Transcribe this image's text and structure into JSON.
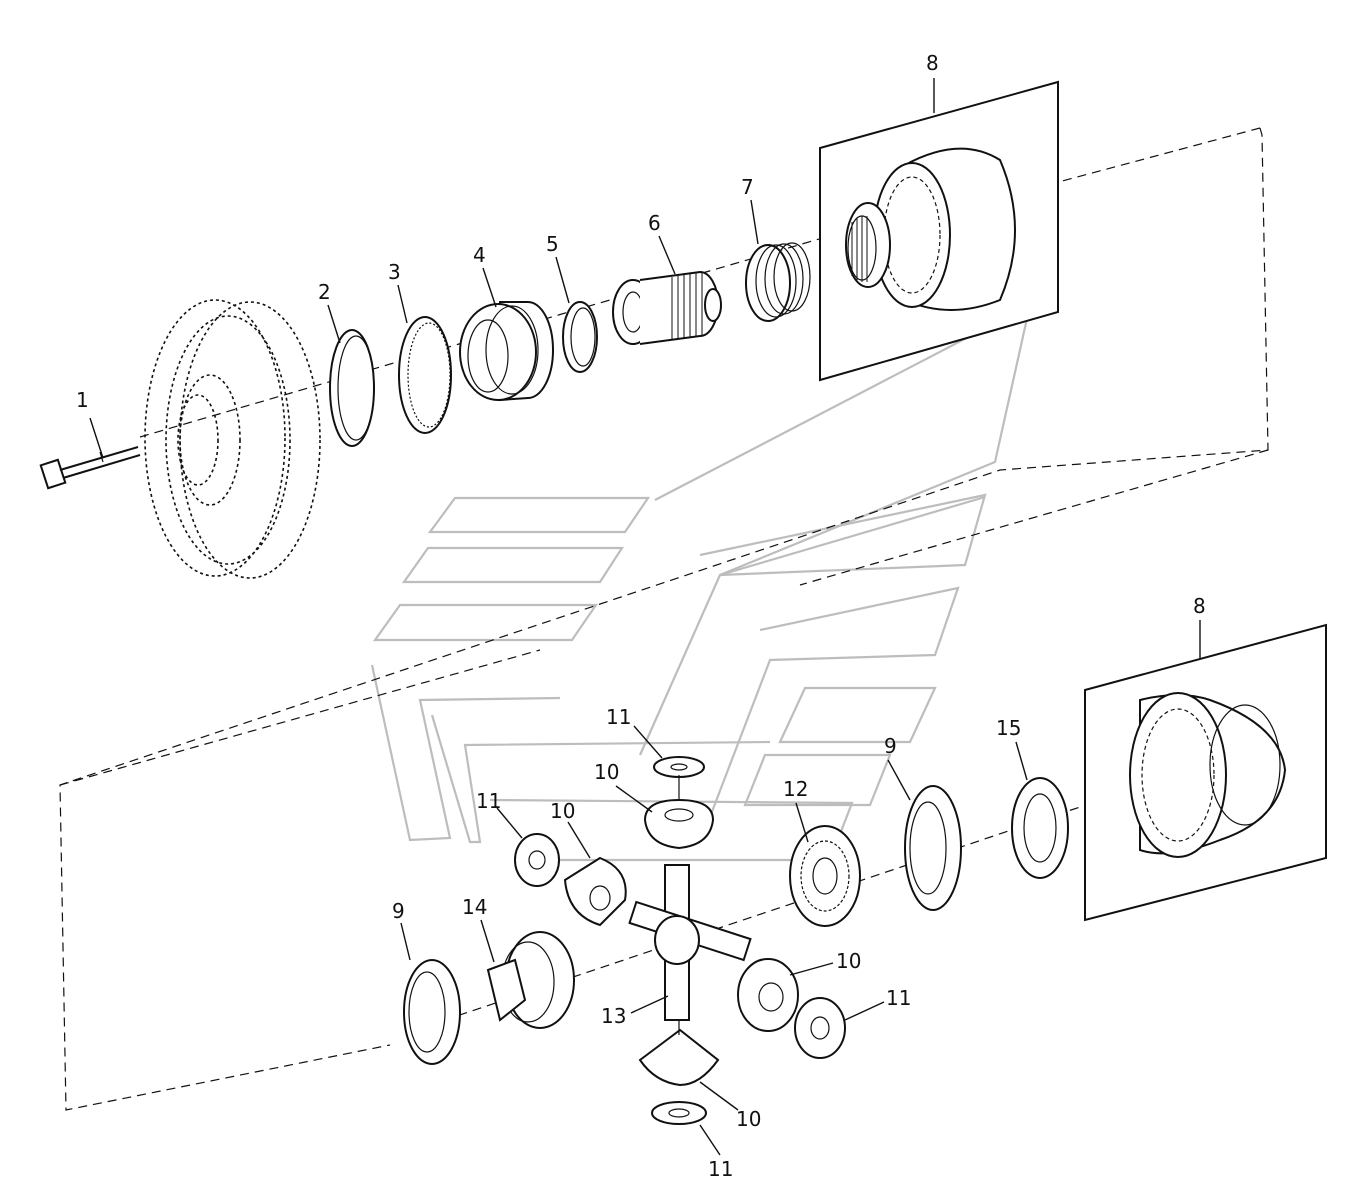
{
  "callouts": {
    "c1": "1",
    "c2": "2",
    "c3": "3",
    "c4": "4",
    "c5": "5",
    "c6": "6",
    "c7": "7",
    "c8_top": "8",
    "c8_bottom": "8",
    "c9_right": "9",
    "c9_left": "9",
    "c10_top": "10",
    "c10_left": "10",
    "c10_right": "10",
    "c10_bottom": "10",
    "c11_top": "11",
    "c11_left": "11",
    "c11_right": "11",
    "c11_bottom": "11",
    "c12": "12",
    "c13": "13",
    "c14": "14",
    "c15": "15"
  },
  "colors": {
    "line": "#111111",
    "watermark": "#bdbdbd",
    "background": "#ffffff"
  }
}
